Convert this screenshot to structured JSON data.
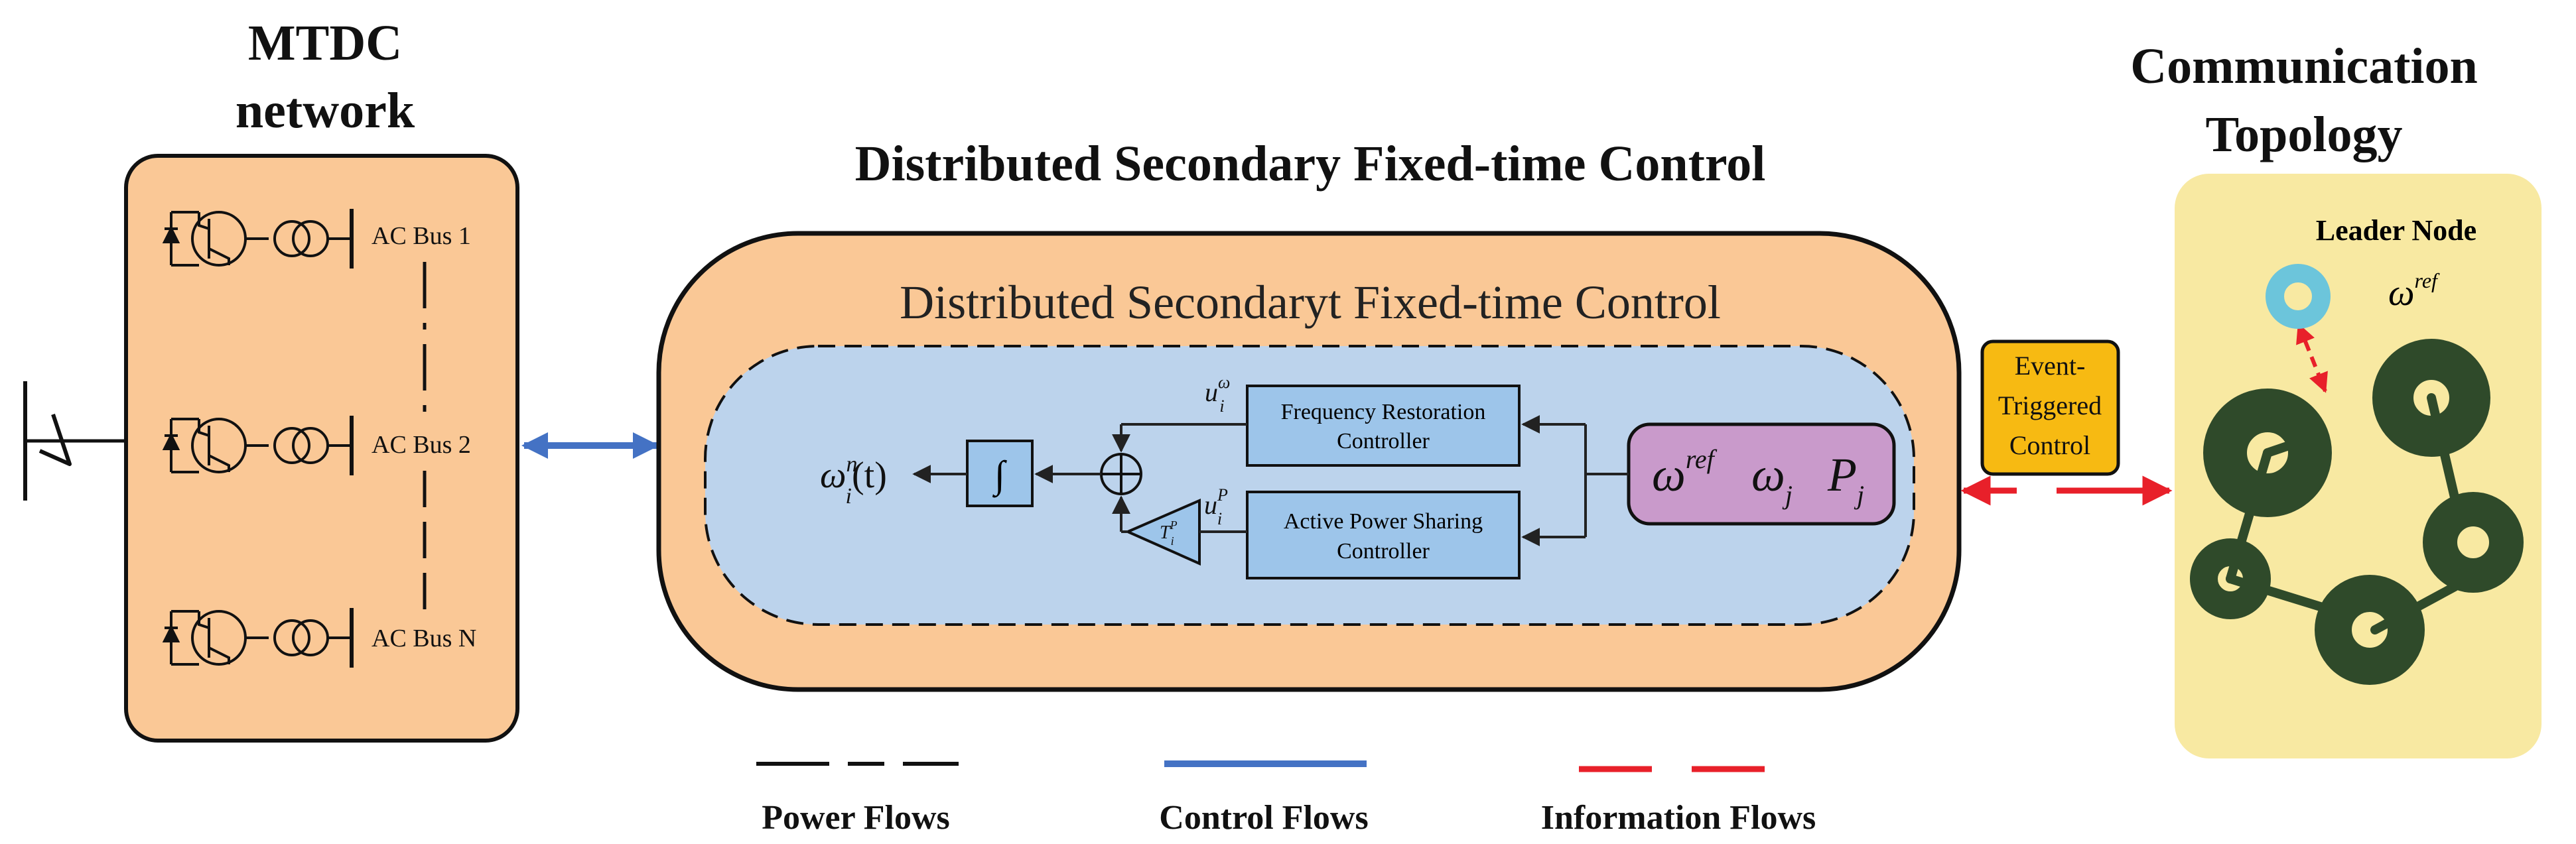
{
  "titles": {
    "left": [
      "MTDC",
      "network"
    ],
    "center": "Distributed Secondary Fixed-time Control",
    "right": [
      "Communication",
      "Topology"
    ]
  },
  "mtdc": {
    "buses": [
      "AC Bus 1",
      "AC Bus 2",
      "AC Bus N"
    ]
  },
  "control": {
    "inner_title": "Distributed Secondaryt Fixed-time Control",
    "freq_block": [
      "Frequency Restoration",
      "Controller"
    ],
    "power_block": [
      "Active Power Sharing",
      "Controller"
    ],
    "integrator": "∫",
    "output": {
      "main": "ω",
      "sup": "n",
      "sub": "i",
      "tail": "(t)"
    },
    "u_omega": {
      "main": "u",
      "sup": "ω",
      "sub": "i"
    },
    "u_p": {
      "main": "u",
      "sup": "P",
      "sub": "i"
    },
    "gain": {
      "main": "T",
      "sup": "P",
      "sub": "i"
    },
    "inputs": {
      "w_ref": {
        "main": "ω",
        "sup": "ref"
      },
      "w_j": {
        "main": "ω",
        "sub": "j"
      },
      "p_j": {
        "main": "P",
        "sub": "j"
      }
    }
  },
  "event_box": [
    "Event-",
    "Triggered",
    "Control"
  ],
  "topology": {
    "leader_label": "Leader Node",
    "ref": {
      "main": "ω",
      "sup": "ref"
    }
  },
  "legend": {
    "power": "Power Flows",
    "control": "Control Flows",
    "information": "Information Flows"
  },
  "colors": {
    "peach": "#FAC896",
    "blue_panel": "#BCD3EC",
    "block_blue": "#9DC5EA",
    "purple": "#C99ACB",
    "event_yellow": "#F7BA12",
    "topo_bg": "#F8E9A2",
    "node_green": "#2F4A2A",
    "leader_cyan": "#6CC5DB",
    "control_blue": "#4472C4",
    "info_red": "#E8202A"
  }
}
